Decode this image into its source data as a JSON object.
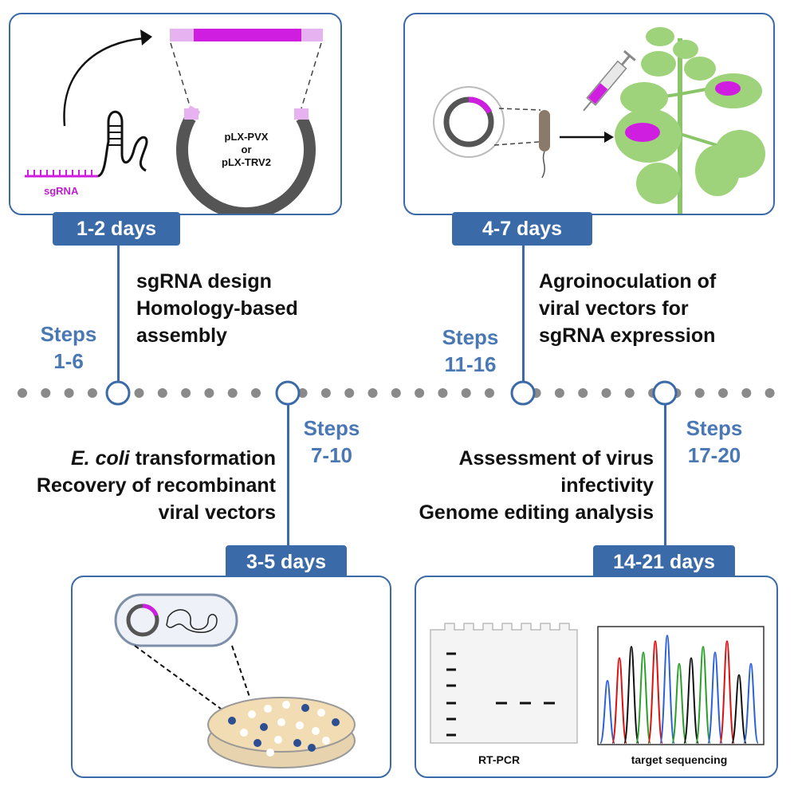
{
  "stages": [
    {
      "days": "1-2 days",
      "steps_label": "Steps",
      "steps_range": "1-6",
      "lines": [
        "sgRNA design",
        "Homology-based",
        "assembly"
      ]
    },
    {
      "days": "3-5 days",
      "steps_label": "Steps",
      "steps_range": "7-10",
      "line1_italic": "E. coli",
      "line1_rest": " transformation",
      "lines": [
        "Recovery of recombinant",
        "viral vectors"
      ]
    },
    {
      "days": "4-7 days",
      "steps_label": "Steps",
      "steps_range": "11-16",
      "lines": [
        "Agroinoculation of",
        "viral vectors for",
        "sgRNA expression"
      ]
    },
    {
      "days": "14-21 days",
      "steps_label": "Steps",
      "steps_range": "17-20",
      "lines": [
        "Assessment of virus",
        "infectivity",
        "Genome editing analysis"
      ]
    }
  ],
  "panel1": {
    "sgrna_label": "sgRNA",
    "vector_line1": "pLX-PVX",
    "vector_line2": "or",
    "vector_line3": "pLX-TRV2"
  },
  "panel4": {
    "gel_label": "RT-PCR",
    "seq_label": "target sequencing"
  },
  "colors": {
    "accent": "#3b6aa8",
    "steps_text": "#4a78b4",
    "magenta": "#d01ee0",
    "light_magenta": "#e7b2f0",
    "dot": "#8a8a8a",
    "leaf": "#9ed37b"
  }
}
